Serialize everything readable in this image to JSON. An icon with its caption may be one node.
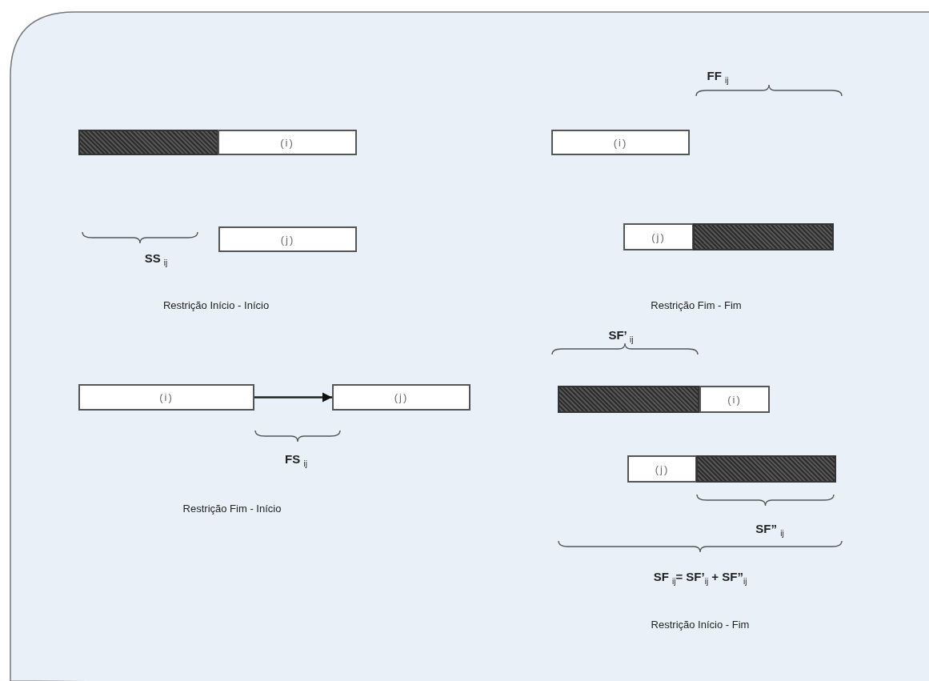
{
  "diagram": {
    "nodes": [
      {
        "text": [],
        "shape": "bar"
      },
      {
        "text": [
          "(i)"
        ]
      },
      {
        "text": [
          "(j)"
        ]
      },
      {
        "text": [
          "(i)"
        ]
      },
      {
        "text": [
          "(j)"
        ]
      },
      {
        "text": [],
        "shape": "bar"
      },
      {
        "text": [
          "(i)"
        ]
      },
      {
        "text": [
          "(j)"
        ]
      },
      {
        "text": [],
        "shape": "bar"
      },
      {
        "text": [
          "(i)"
        ]
      },
      {
        "text": [
          "(j)"
        ]
      },
      {
        "text": [],
        "shape": "bar"
      }
    ],
    "edges": [
      {
        "from": 6,
        "to": 7,
        "arrow": "to"
      }
    ],
    "labels": [
      "FF $_{ij}$",
      "SS $_{ij}$",
      "Restrição Início - Início",
      "Restrição Fim - Fim",
      "SF’ $_{ij}$",
      "FS $_{ij}$",
      "SF” $_{ij}$",
      "SF $_{ij}$= SF’$_{ij}$ + SF”$_{ij}$",
      "Restrição Fim - Início",
      "Restrição Início - Fim"
    ]
  }
}
